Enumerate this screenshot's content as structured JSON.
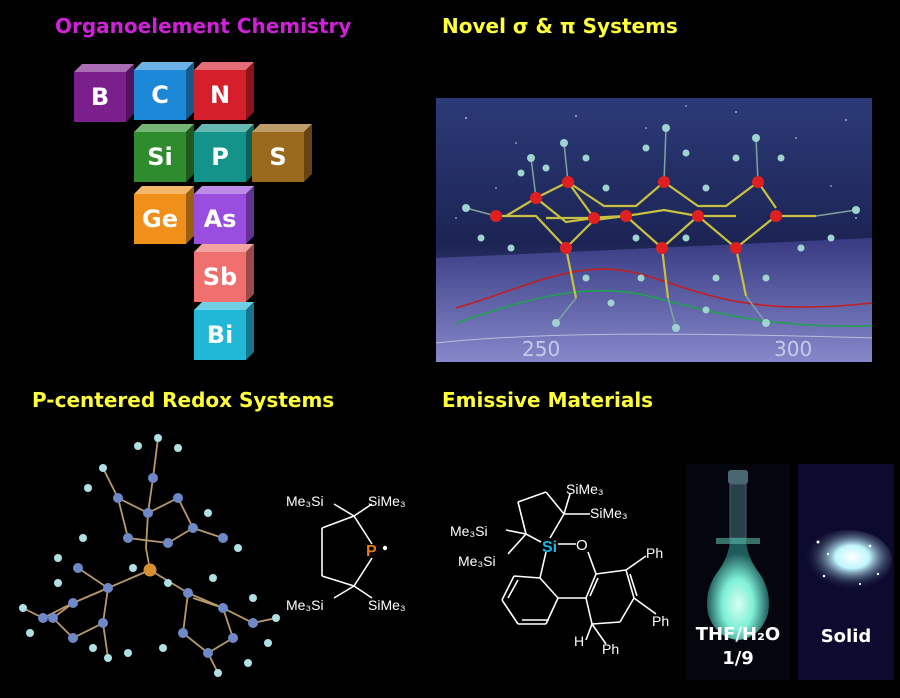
{
  "titles": {
    "tl": "Organoelement Chemistry",
    "tr": "Novel σ & π Systems",
    "bl": "P-centered Redox Systems",
    "br": "Emissive Materials"
  },
  "colors": {
    "magenta_title": "#d020d8",
    "yellow_title": "#ffff3a",
    "silicon_highlight": "#18b6e8",
    "phosphorus_highlight": "#e87a10"
  },
  "elements": [
    {
      "symbol": "B",
      "color": "#7a1f8c"
    },
    {
      "symbol": "C",
      "color": "#1e88d8"
    },
    {
      "symbol": "N",
      "color": "#d51f2a"
    },
    {
      "symbol": "Si",
      "color": "#2e8b2e"
    },
    {
      "symbol": "P",
      "color": "#14938a"
    },
    {
      "symbol": "S",
      "color": "#9a6a1c"
    },
    {
      "symbol": "Ge",
      "color": "#f0901a"
    },
    {
      "symbol": "As",
      "color": "#9a4ee0"
    },
    {
      "symbol": "Sb",
      "color": "#f07070"
    },
    {
      "symbol": "Bi",
      "color": "#21b7d6"
    }
  ],
  "spectrum_axis": {
    "ticks": [
      "250",
      "300"
    ]
  },
  "radical_labels": {
    "tl": "Me₃Si",
    "tr": "SiMe₃",
    "bl": "Me₃Si",
    "br": "SiMe₃",
    "center": "P"
  },
  "emissive_labels": {
    "sime3_top": "SiMe₃",
    "sime3_mid": "SiMe₃",
    "me3si_a": "Me₃Si",
    "me3si_b": "Me₃Si",
    "si": "Si",
    "o": "O",
    "ph1": "Ph",
    "ph2": "Ph",
    "ph3": "Ph",
    "h": "H"
  },
  "photos": {
    "flask_caption_1": "THF/H₂O",
    "flask_caption_2": "1/9",
    "solid_caption": "Solid"
  }
}
